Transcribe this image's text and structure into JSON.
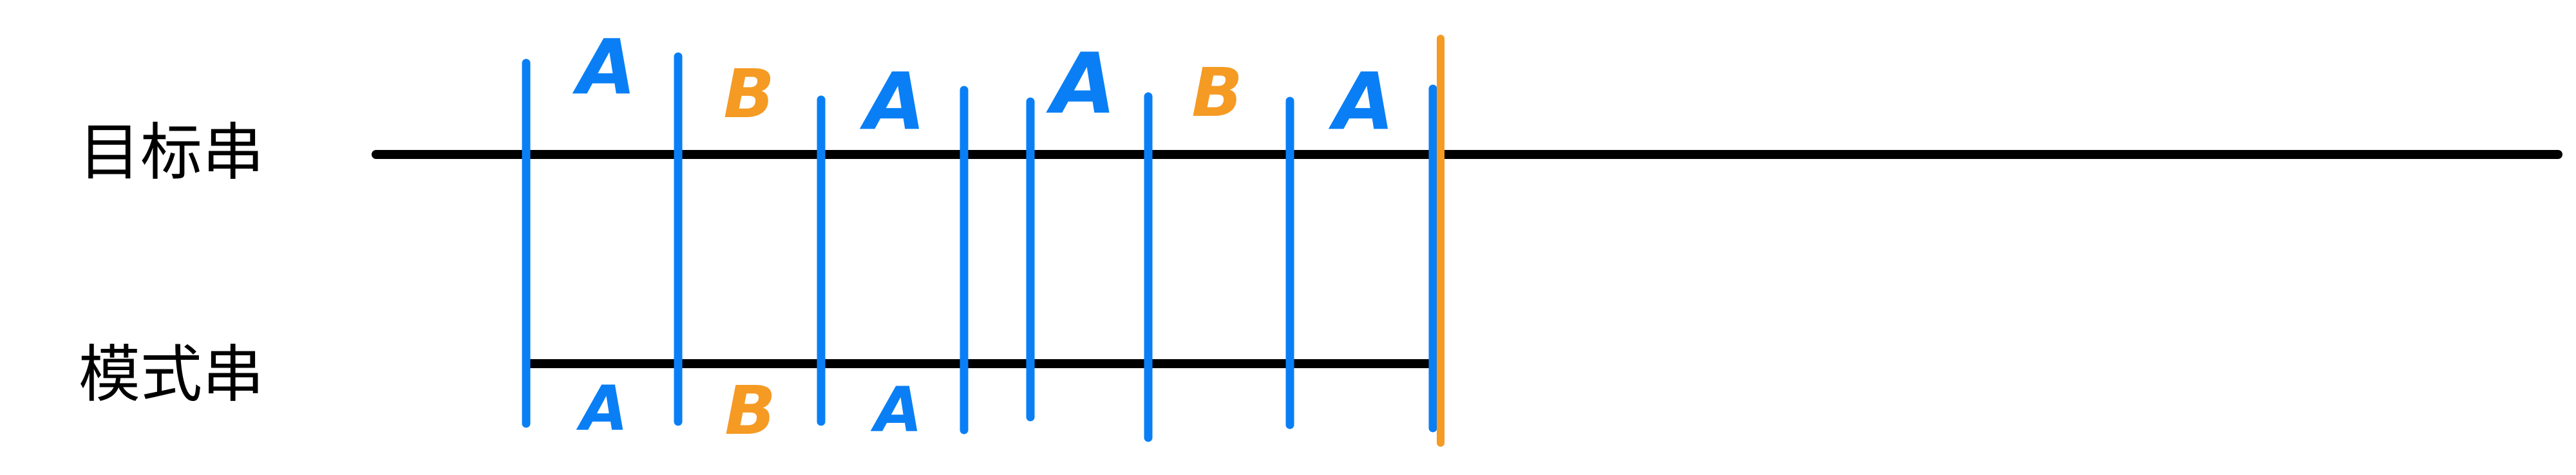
{
  "labels": {
    "target": "目标串",
    "pattern": "模式串"
  },
  "target_letters": [
    {
      "char": "A",
      "color": "blue"
    },
    {
      "char": "B",
      "color": "orange"
    },
    {
      "char": "A",
      "color": "blue"
    },
    {
      "char": "A",
      "color": "blue"
    },
    {
      "char": "B",
      "color": "orange"
    },
    {
      "char": "A",
      "color": "blue"
    }
  ],
  "pattern_letters": [
    {
      "char": "A",
      "color": "blue"
    },
    {
      "char": "B",
      "color": "orange"
    },
    {
      "char": "A",
      "color": "blue"
    }
  ],
  "colors": {
    "blue": "#0a7ff5",
    "orange": "#f59a23",
    "line": "#000000",
    "background": "#ffffff"
  }
}
